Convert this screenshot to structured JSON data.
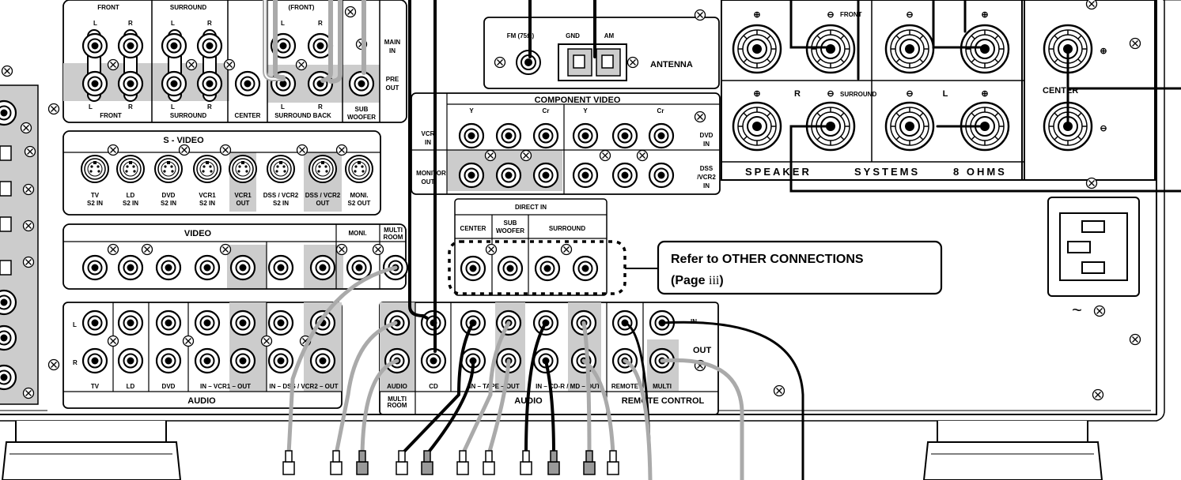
{
  "preout": {
    "front_top": "FRONT",
    "surround_top": "SURROUND",
    "front2_top": "(FRONT)",
    "L": "L",
    "R": "R",
    "front_bottom": "FRONT",
    "surround_bottom": "SURROUND",
    "center": "CENTER",
    "surround_back": "SURROUND BACK",
    "sub_woofer_1": "SUB",
    "sub_woofer_2": "WOOFER",
    "main_in_1": "MAIN",
    "main_in_2": "IN",
    "pre_out_1": "PRE",
    "pre_out_2": "OUT"
  },
  "antenna": {
    "fm": "FM (75Ω)",
    "gnd": "GND",
    "am": "AM",
    "label": "ANTENNA"
  },
  "component_video": {
    "title": "COMPONENT VIDEO",
    "y": "Y",
    "cr": "Cr",
    "vcr_in_1": "VCR",
    "vcr_in_2": "IN",
    "monitor_out_1": "MONITOR",
    "monitor_out_2": "OUT",
    "dvd_in_1": "DVD",
    "dvd_in_2": "IN",
    "dss_1": "DSS",
    "dss_2": "/VCR2",
    "dss_3": "IN"
  },
  "speakers": {
    "plus": "⊕",
    "minus": "⊖",
    "front": "FRONT",
    "r": "R",
    "l": "L",
    "surround": "SURROUND",
    "center": "CENTER",
    "footer_1": "SPEAKER",
    "footer_2": "SYSTEMS",
    "footer_3": "8 OHMS"
  },
  "svideo": {
    "title": "S - VIDEO",
    "labels": [
      [
        "TV",
        "S2 IN"
      ],
      [
        "LD",
        "S2 IN"
      ],
      [
        "DVD",
        "S2 IN"
      ],
      [
        "VCR1",
        "S2 IN"
      ],
      [
        "VCR1",
        "OUT"
      ],
      [
        "DSS / VCR2",
        "S2 IN"
      ],
      [
        "DSS / VCR2",
        "OUT"
      ],
      [
        "MONI.",
        "S2 OUT"
      ]
    ]
  },
  "video": {
    "title": "VIDEO",
    "moni": "MONI.",
    "multi_room_1": "MULTI",
    "multi_room_2": "ROOM"
  },
  "audio": {
    "title": "AUDIO",
    "L": "L",
    "R": "R",
    "tv": "TV",
    "ld": "LD",
    "dvd": "DVD",
    "vcr1": "IN  – VCR1 –  OUT",
    "vcr2": "IN – DSS / VCR2 – OUT",
    "audio": "AUDIO",
    "multi_room_1": "MULTI",
    "multi_room_2": "ROOM",
    "cd": "CD",
    "tape": "IN – TAPE – OUT",
    "tape_caption": "AUDIO",
    "cdr": "IN – CD-R / MD – OUT"
  },
  "direct_in": {
    "title": "DIRECT IN",
    "center": "CENTER",
    "sub_1": "SUB",
    "sub_2": "WOOFER",
    "surround": "SURROUND"
  },
  "callout": {
    "line1": "Refer to  OTHER CONNECTIONS",
    "line2_prefix": "(Page ",
    "page": "iii",
    "line2_suffix": ")"
  },
  "remote": {
    "in": "IN",
    "out": "OUT",
    "remote": "REMOTE",
    "multi": "MULTI",
    "control": "REMOTE CONTROL"
  },
  "power": {
    "ac_symbol": "~"
  }
}
